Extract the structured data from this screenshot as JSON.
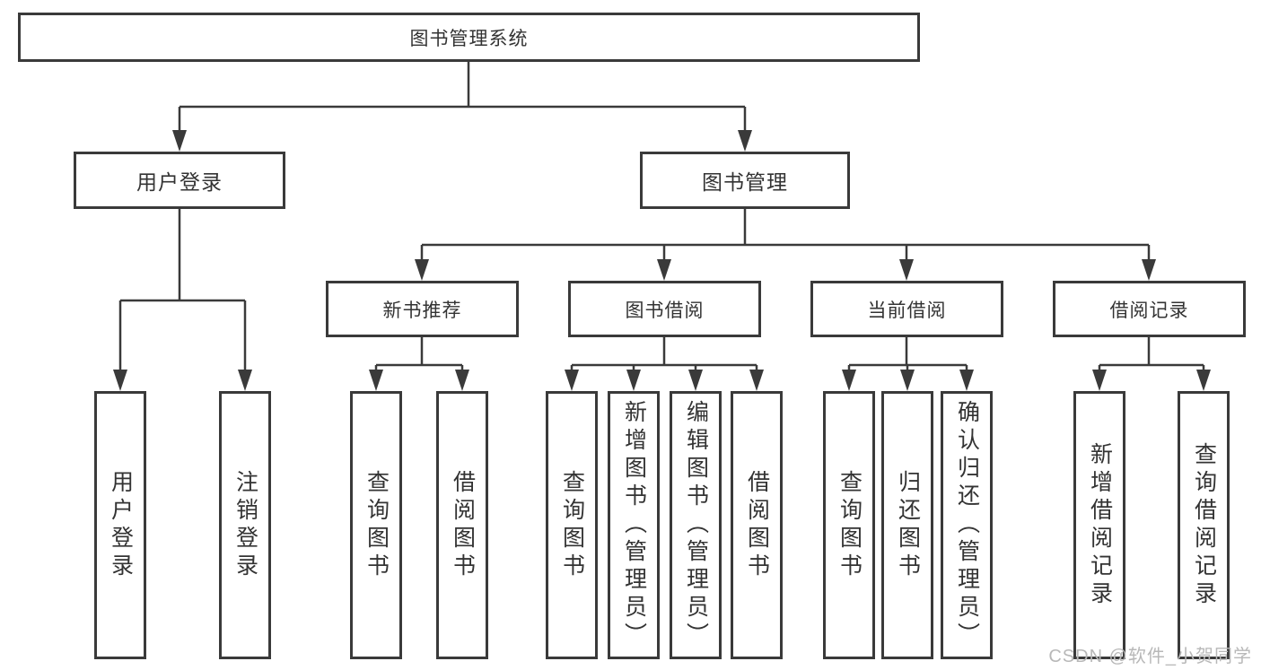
{
  "diagram": {
    "title": "图书管理系统",
    "colors": {
      "line": "#3a3a3a",
      "border": "#3a3a3a",
      "text": "#333333",
      "background": "#ffffff",
      "watermark": "#b8b8b8"
    },
    "root": {
      "label": "图书管理系统"
    },
    "login_branch": {
      "label": "用户登录",
      "children": [
        {
          "label": "用户登录"
        },
        {
          "label": "注销登录"
        }
      ]
    },
    "mgmt_branch": {
      "label": "图书管理",
      "sections": [
        {
          "label": "新书推荐",
          "children": [
            {
              "label": "查询图书"
            },
            {
              "label": "借阅图书"
            }
          ]
        },
        {
          "label": "图书借阅",
          "children": [
            {
              "label": "查询图书"
            },
            {
              "label": "新增图书（管理员）"
            },
            {
              "label": "编辑图书（管理员）"
            },
            {
              "label": "借阅图书"
            }
          ]
        },
        {
          "label": "当前借阅",
          "children": [
            {
              "label": "查询图书"
            },
            {
              "label": "归还图书"
            },
            {
              "label": "确认归还（管理员）"
            }
          ]
        },
        {
          "label": "借阅记录",
          "children": [
            {
              "label": "新增借阅记录"
            },
            {
              "label": "查询借阅记录"
            }
          ]
        }
      ]
    },
    "watermark": "CSDN @软件_小贺同学"
  }
}
